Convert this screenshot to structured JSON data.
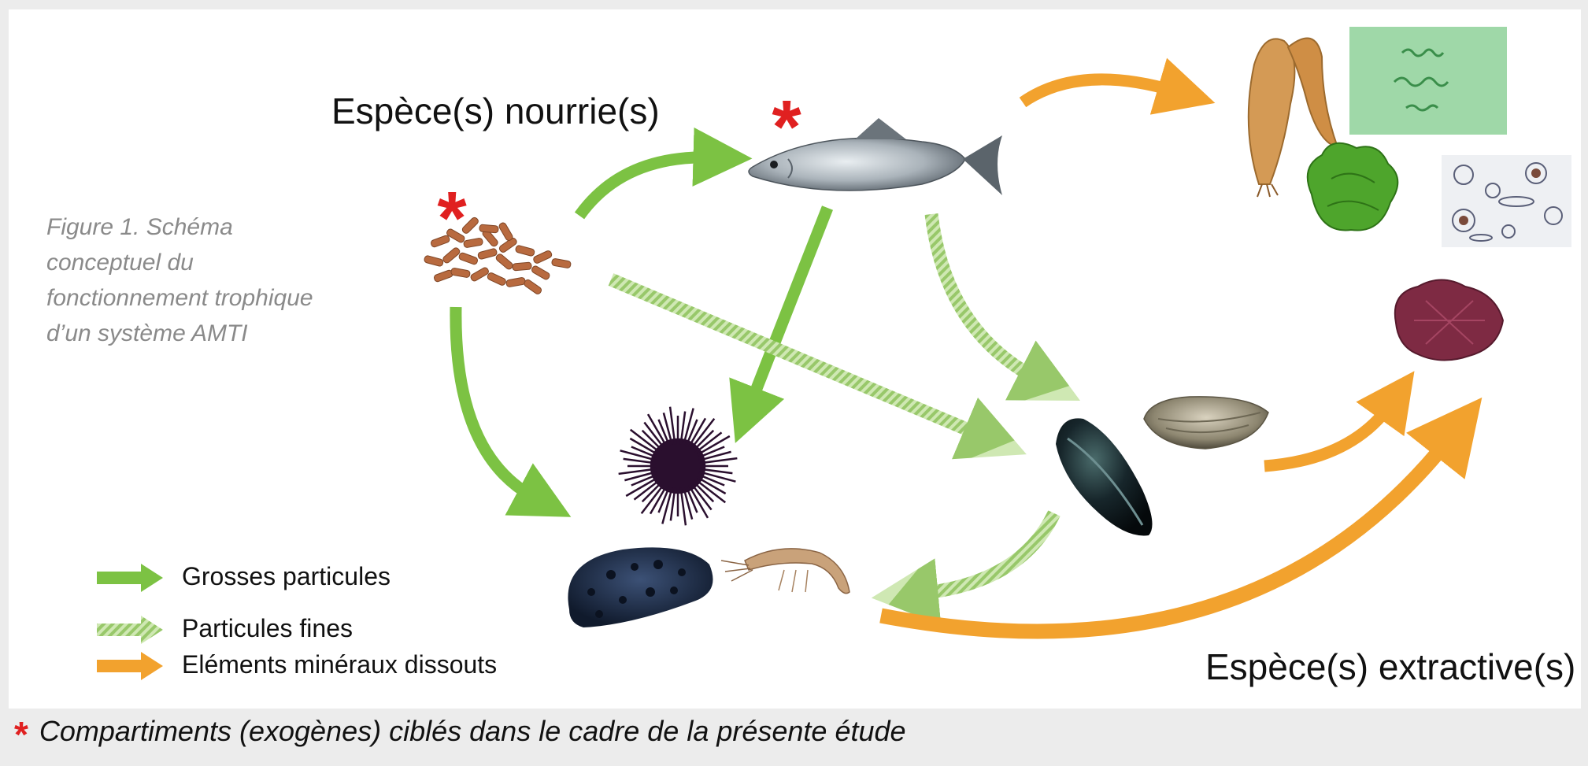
{
  "diagram": {
    "title_fed": "Espèce(s) nourrie(s)",
    "title_extractive": "Espèce(s) extractive(s)",
    "caption": "Figure 1. Schéma conceptuel du fonctionnement trophique d’un système AMTI",
    "marker_symbol": "*",
    "colors": {
      "large_particles": "#7cc243",
      "fine_particles": "#a9d37f",
      "dissolved": "#f2a22e",
      "marker": "#e02020"
    }
  },
  "legend": {
    "items": [
      {
        "label": "Grosses particules",
        "style": "solid-green"
      },
      {
        "label": "Particules fines",
        "style": "striped-green"
      },
      {
        "label": "Eléments minéraux dissouts",
        "style": "orange"
      }
    ]
  },
  "footer": {
    "text": "Compartiments (exogènes) ciblés dans le cadre de la présente étude"
  }
}
